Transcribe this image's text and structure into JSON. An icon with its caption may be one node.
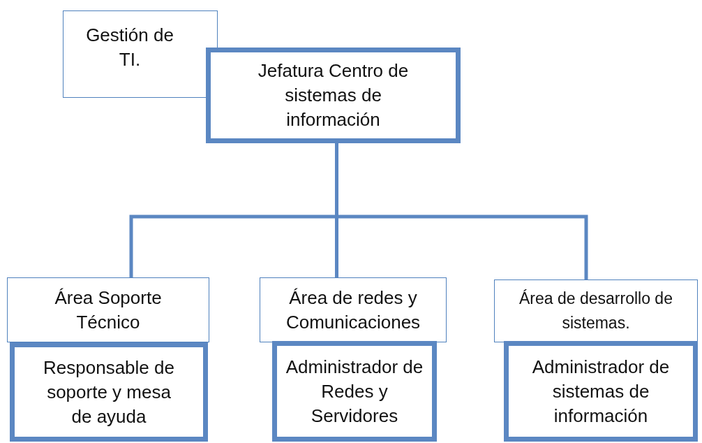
{
  "diagram": {
    "nodes": [
      {
        "text": [
          "Gestión de TI."
        ]
      },
      {
        "text": [
          "Jefatura Centro de sistemas de información"
        ]
      },
      {
        "text": [
          "Área Soporte Técnico"
        ]
      },
      {
        "text": [
          "Responsable de soporte y mesa de ayuda"
        ]
      },
      {
        "text": [
          "Área de redes y Comunicaciones"
        ]
      },
      {
        "text": [
          "Administrador de Redes y Servidores"
        ]
      },
      {
        "text": [
          "Área de desarrollo de sistemas."
        ]
      },
      {
        "text": [
          "Administrador de sistemas de información"
        ]
      }
    ],
    "edges": [
      {
        "from": 1,
        "to": 2,
        "arrow": "none"
      },
      {
        "from": 1,
        "to": 4,
        "arrow": "none"
      },
      {
        "from": 1,
        "to": 6,
        "arrow": "none"
      }
    ]
  }
}
